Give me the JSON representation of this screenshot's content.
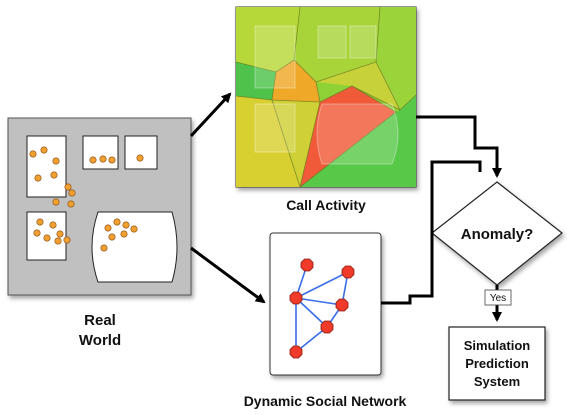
{
  "labels": {
    "real_world_line1": "Real",
    "real_world_line2": "World",
    "call_activity": "Call Activity",
    "dynamic_social_network": "Dynamic Social Network",
    "anomaly": "Anomaly?",
    "yes": "Yes",
    "simulation_line1": "Simulation",
    "simulation_line2": "Prediction",
    "simulation_line3": "System"
  },
  "colors": {
    "real_world_bg": "#c0c0c0",
    "person_dot": "#f0a030",
    "node": "#f03a2a",
    "edge": "#3a6ee8",
    "region_green": "#8fd238",
    "region_bright_green": "#4ec24a",
    "region_yellow": "#d8d030",
    "region_orange": "#f0a828",
    "region_red": "#f05a38",
    "arrow": "#000000"
  }
}
